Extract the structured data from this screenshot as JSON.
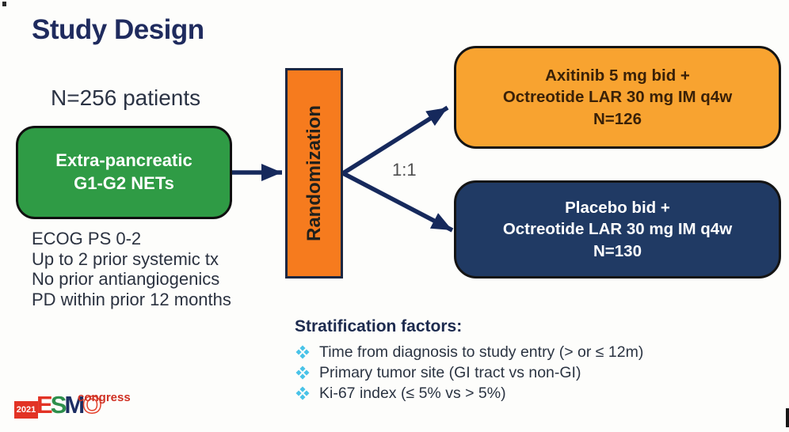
{
  "slide": {
    "title": "Study Design",
    "n_patients": "N=256 patients",
    "population_box": {
      "lines": [
        "Extra-pancreatic",
        "G1-G2 NETs"
      ]
    },
    "eligibility": [
      "ECOG PS 0-2",
      "Up to 2 prior systemic tx",
      "No prior antiangiogenics",
      "PD within prior 12 months"
    ],
    "randomization_label": "Randomization",
    "ratio_label": "1:1",
    "arm_top": {
      "lines": [
        "Axitinib 5 mg bid +",
        "Octreotide LAR 30 mg IM q4w",
        "N=126"
      ]
    },
    "arm_bottom": {
      "lines": [
        "Placebo bid +",
        "Octreotide LAR 30 mg IM q4w",
        "N=130"
      ]
    },
    "stratification": {
      "heading": "Stratification factors:",
      "items": [
        "Time from diagnosis to study entry (> or ≤ 12m)",
        "Primary tumor site (GI tract vs non-GI)",
        "Ki-67 index (≤ 5% vs > 5%)"
      ]
    },
    "logo": {
      "year": "2021",
      "letters": [
        "E",
        "S",
        "M",
        "O"
      ],
      "congress": "congress"
    },
    "colors": {
      "title_navy": "#1f2b5e",
      "population_green": "#2f9b45",
      "randomization_orange": "#f67b1e",
      "arm_orange": "#f8a330",
      "arm_navy": "#203a64",
      "arrow_navy": "#16295c",
      "bullet_cyan": "#49c3e8",
      "logo_red": "#e23325",
      "logo_green": "#2e8f4c",
      "logo_navy": "#1d2e63"
    }
  }
}
